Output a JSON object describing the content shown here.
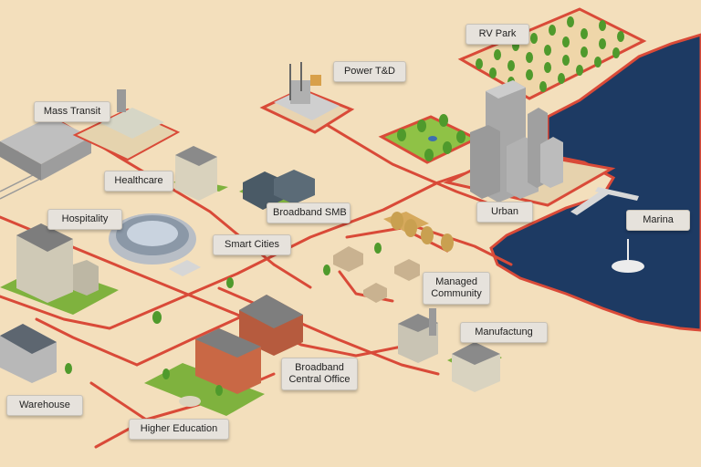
{
  "labels": {
    "mass_transit": "Mass Transit",
    "power_td": "Power T&D",
    "rv_park": "RV Park",
    "healthcare": "Healthcare",
    "broadband_smb": "Broadband SMB",
    "hospitality": "Hospitality",
    "smart_cities": "Smart Cities",
    "urban": "Urban",
    "marina": "Marina",
    "managed_community_1": "Managed",
    "managed_community_2": "Community",
    "manufacturing": "Manufactung",
    "broadband_central_office_1": "Broadband",
    "broadband_central_office_2": "Central Office",
    "warehouse": "Warehouse",
    "higher_education": "Higher Education"
  },
  "colors": {
    "ground": "#f3dfbc",
    "road": "#d94a38",
    "water": "#1d3a63",
    "grass": "#7fb23e",
    "tree": "#4f9a2c"
  }
}
